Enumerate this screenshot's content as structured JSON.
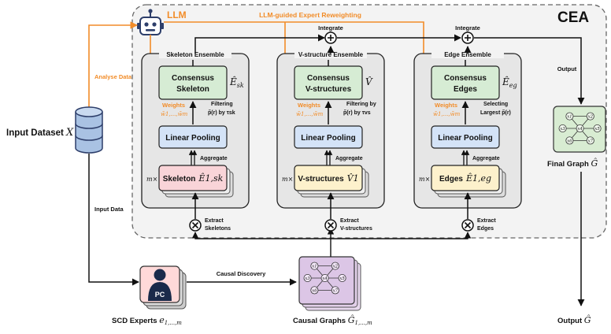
{
  "title": "CEA",
  "llm": {
    "label": "LLM",
    "reweight_label": "LLM-guided Expert Reweighting",
    "analyse_label": "Analyse Data",
    "color": "#F28C28"
  },
  "input": {
    "label": "Input Dataset",
    "var": "X",
    "data_label": "Input Data"
  },
  "experts": {
    "node": "PC",
    "label": "SCD Experts",
    "var": "e",
    "sub": "1,...,m",
    "arrow_label": "Causal Discovery"
  },
  "causal_graphs": {
    "label": "Causal Graphs",
    "var": "Ĝ",
    "sub": "1,...,m",
    "nodes": [
      "x1",
      "x2",
      "x3",
      "x4",
      "x5",
      "x6",
      "x7"
    ]
  },
  "ensembles": [
    {
      "title": "Skeleton   Ensemble",
      "consensus_l1": "Consensus",
      "consensus_l2": "Skeleton",
      "consensus_var": "Ê",
      "consensus_sub": "sk",
      "weights": "Weights",
      "weights_sym": "w̃1,...,w̃m",
      "filter_l1": "Filtering",
      "filter_l2": "p̃(r) by τsk",
      "pooling": "Linear Pooling",
      "aggregate": "Aggregate",
      "mult": "m×",
      "bottom_label": "Skeleton",
      "bottom_var": "Ê1,sk",
      "extract_l1": "Extract",
      "extract_l2": "Skeletons",
      "integrate": "Integrate"
    },
    {
      "title": "V-structure  Ensemble",
      "consensus_l1": "Consensus",
      "consensus_l2": "V-structures",
      "consensus_var": "V̂",
      "consensus_sub": "",
      "weights": "Weights",
      "weights_sym": "w̃1,...,w̃m",
      "filter_l1": "Filtering by",
      "filter_l2": "p̃(r) by τvs",
      "pooling": "Linear Pooling",
      "aggregate": "Aggregate",
      "mult": "m×",
      "bottom_label": "V-structures",
      "bottom_var": "V̂1",
      "extract_l1": "Extract",
      "extract_l2": "V-structures",
      "integrate": "Integrate"
    },
    {
      "title": "Edge      Ensemble",
      "consensus_l1": "Consensus",
      "consensus_l2": "Edges",
      "consensus_var": "Ê",
      "consensus_sub": "eg",
      "weights": "Weights",
      "weights_sym": "w̃1,...,w̃m",
      "filter_l1": "Selecting",
      "filter_l2": "Largest p̃(r)",
      "pooling": "Linear Pooling",
      "aggregate": "Aggregate",
      "mult": "m×",
      "bottom_label": "Edges",
      "bottom_var": "Ê1,eg",
      "extract_l1": "Extract",
      "extract_l2": "Edges",
      "integrate": "Integrate"
    }
  ],
  "output": {
    "arrow_label": "Output",
    "final_label": "Final Graph",
    "final_var": "Ĝ",
    "output_label": "Output",
    "output_var": "Ĝ",
    "nodes": [
      "x1",
      "x2",
      "x3",
      "x4",
      "x5",
      "x6",
      "x7"
    ]
  }
}
